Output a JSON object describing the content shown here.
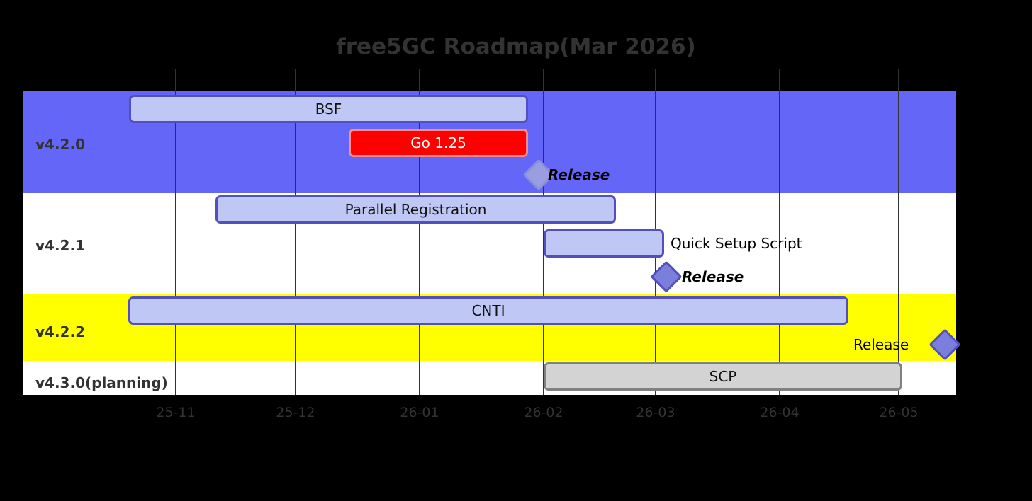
{
  "title": "free5GC Roadmap(Mar 2026)",
  "colors": {
    "background": "#000000",
    "title_text": "#333333",
    "section_blue": "#6366f7",
    "section_white": "#ffffff",
    "section_yellow": "#ffff00",
    "bar_active_fill": "#bfc7f5",
    "bar_active_border": "#534fbe",
    "bar_crit_fill": "#ff0000",
    "bar_crit_border": "#ff8888",
    "bar_planned_fill": "#d3d3d3",
    "bar_planned_border": "#808080",
    "gridline": "#333333"
  },
  "axis": {
    "ticks": [
      {
        "label": "25-11"
      },
      {
        "label": "25-12"
      },
      {
        "label": "26-01"
      },
      {
        "label": "26-02"
      },
      {
        "label": "26-03"
      },
      {
        "label": "26-04"
      },
      {
        "label": "26-05"
      }
    ]
  },
  "sections": [
    {
      "label": "v4.2.0"
    },
    {
      "label": "v4.2.1"
    },
    {
      "label": "v4.2.2"
    },
    {
      "label": "v4.3.0(planning)"
    }
  ],
  "tasks": [
    {
      "label": "BSF",
      "section": "v4.2.0",
      "style": "active"
    },
    {
      "label": "Go 1.25",
      "section": "v4.2.0",
      "style": "crit"
    },
    {
      "label": "Parallel Registration",
      "section": "v4.2.1",
      "style": "active"
    },
    {
      "label": "Quick Setup Script",
      "section": "v4.2.1",
      "style": "active"
    },
    {
      "label": "CNTI",
      "section": "v4.2.2",
      "style": "active"
    },
    {
      "label": "SCP",
      "section": "v4.3.0(planning)",
      "style": "planned"
    }
  ],
  "milestones": [
    {
      "label": "Release",
      "section": "v4.2.0",
      "style": "active"
    },
    {
      "label": "Release",
      "section": "v4.2.1",
      "style": "done"
    },
    {
      "label": "Release",
      "section": "v4.2.2",
      "style": "done"
    }
  ],
  "chart_data": {
    "type": "gantt",
    "title": "free5GC Roadmap(Mar 2026)",
    "xlabel": "",
    "ylabel": "",
    "axis_format": "YY-MM",
    "axis_ticks": [
      "25-11",
      "25-12",
      "26-01",
      "26-02",
      "26-03",
      "26-04",
      "26-05"
    ],
    "axis_range": [
      "25-10-15",
      "26-05-20"
    ],
    "grid": true,
    "legend": "none",
    "sections": [
      {
        "name": "v4.2.0",
        "band_color": "#6366f7",
        "items": [
          {
            "kind": "task",
            "label": "BSF",
            "style": "active",
            "start": "25-10-25",
            "end": "26-01-28"
          },
          {
            "kind": "task",
            "label": "Go 1.25",
            "style": "crit",
            "start": "25-12-22",
            "end": "26-01-28"
          },
          {
            "kind": "milestone",
            "label": "Release",
            "style": "active",
            "date": "26-01-30"
          }
        ]
      },
      {
        "name": "v4.2.1",
        "band_color": "#ffffff",
        "items": [
          {
            "kind": "task",
            "label": "Parallel Registration",
            "style": "active",
            "start": "25-11-09",
            "end": "26-02-02"
          },
          {
            "kind": "task",
            "label": "Quick Setup Script",
            "style": "active",
            "start": "26-02-01",
            "end": "26-02-18",
            "label_position": "outside-right"
          },
          {
            "kind": "milestone",
            "label": "Release",
            "style": "done",
            "date": "26-03-01"
          }
        ]
      },
      {
        "name": "v4.2.2",
        "band_color": "#ffff00",
        "items": [
          {
            "kind": "task",
            "label": "CNTI",
            "style": "active",
            "start": "25-10-25",
            "end": "26-04-19"
          },
          {
            "kind": "milestone",
            "label": "Release",
            "style": "done",
            "date": "26-04-25",
            "label_position": "outside-left"
          }
        ]
      },
      {
        "name": "v4.3.0(planning)",
        "band_color": "#ffffff",
        "items": [
          {
            "kind": "task",
            "label": "SCP",
            "style": "planned",
            "start": "26-02-01",
            "end": "26-05-05"
          }
        ]
      }
    ]
  }
}
